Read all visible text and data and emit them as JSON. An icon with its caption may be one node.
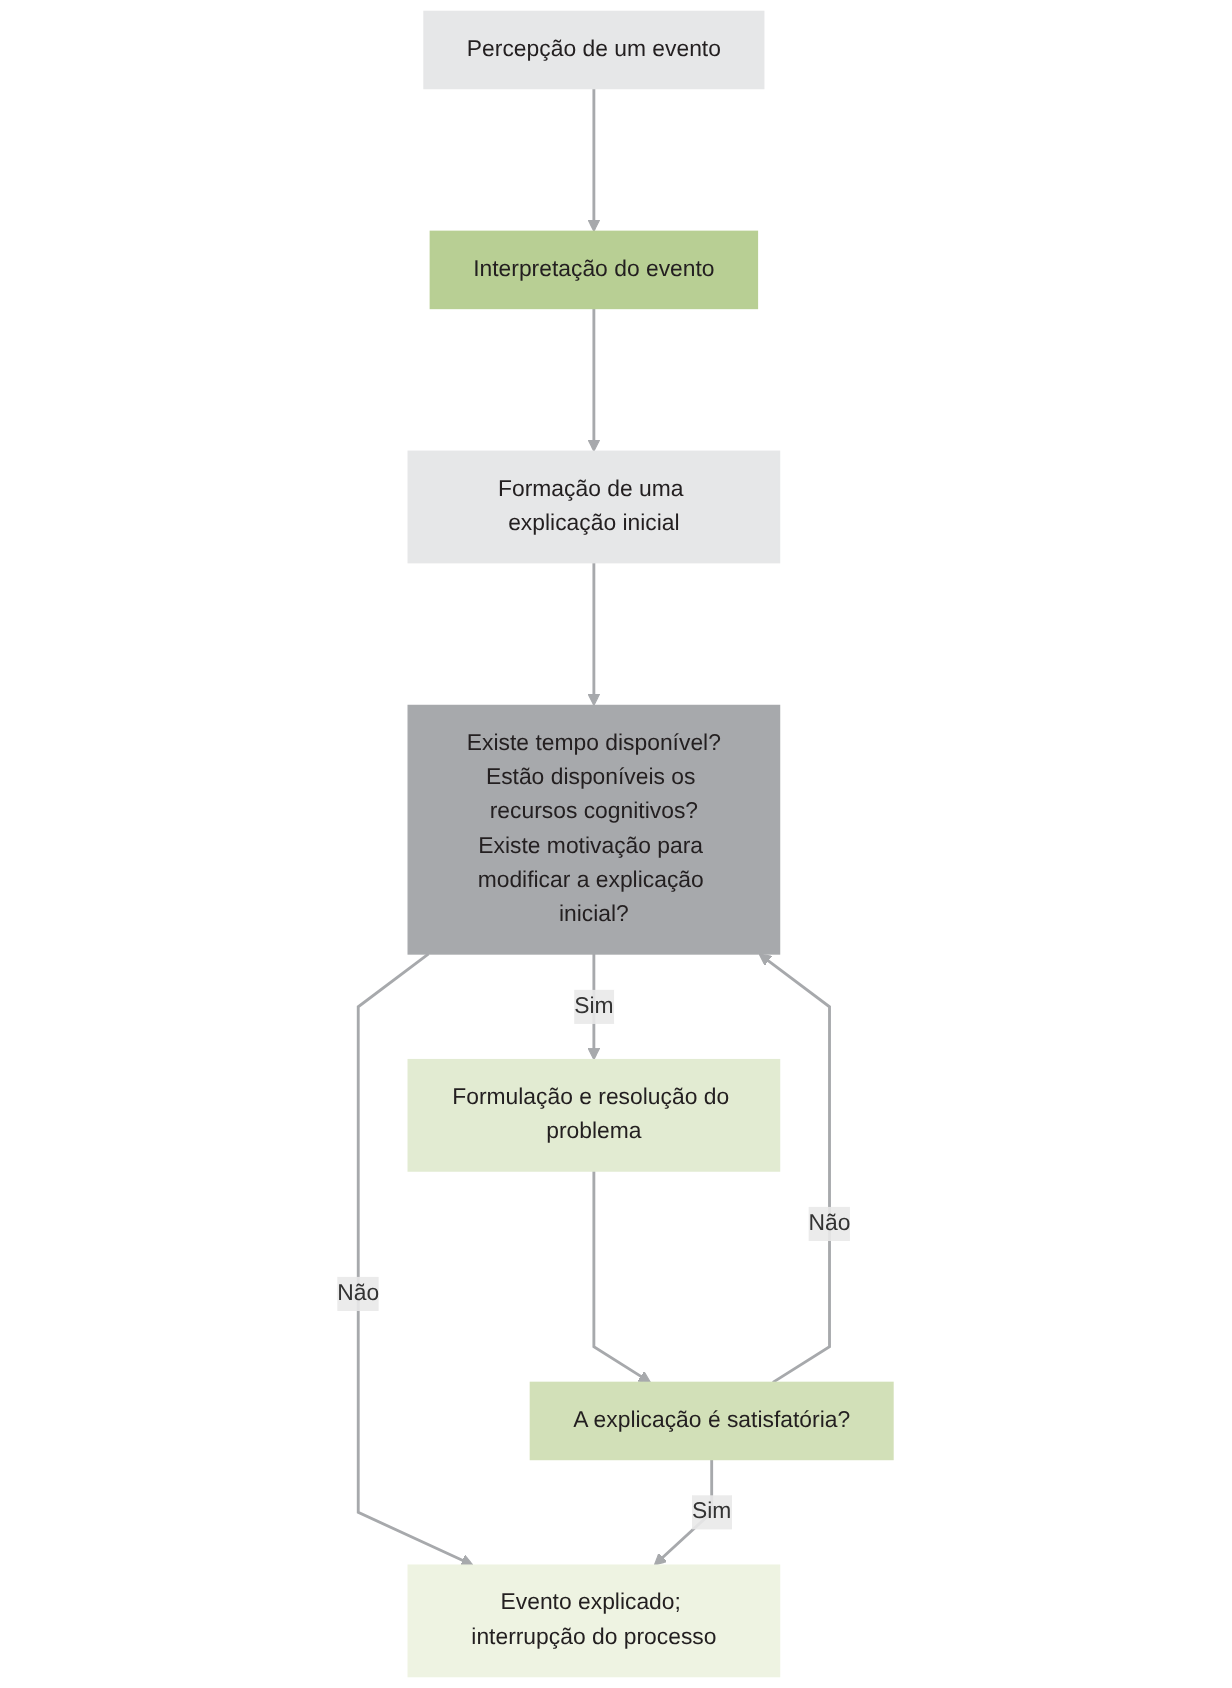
{
  "diagram": {
    "nodes": [
      {
        "text": [
          "Percepção de um evento"
        ]
      },
      {
        "text": [
          "Interpretação do evento"
        ]
      },
      {
        "text": [
          "Formação de uma explicação inicial"
        ]
      },
      {
        "text": [
          "Existe tempo disponível?",
          "Estão disponíveis os recursos cognitivos?",
          "Existe motivação para modificar a explicação inicial?"
        ]
      },
      {
        "text": [
          "Evento explicado; interrupção do processo"
        ]
      },
      {
        "text": [
          "Formulação e resolução do problema"
        ]
      },
      {
        "text": [
          "A explicação é satisfatória?"
        ]
      }
    ],
    "edges": [
      {
        "from": 0,
        "to": 1,
        "arrow": "to"
      },
      {
        "from": 1,
        "to": 2,
        "arrow": "to"
      },
      {
        "from": 2,
        "to": 3,
        "arrow": "to"
      },
      {
        "from": 3,
        "to": 4,
        "arrow": "to",
        "label": "Não"
      },
      {
        "from": 3,
        "to": 5,
        "arrow": "to",
        "label": "Sim"
      },
      {
        "from": 5,
        "to": 6,
        "arrow": "to"
      },
      {
        "from": 6,
        "to": 3,
        "arrow": "to",
        "label": "Não"
      },
      {
        "from": 6,
        "to": 4,
        "arrow": "to",
        "label": "Sim"
      }
    ]
  }
}
